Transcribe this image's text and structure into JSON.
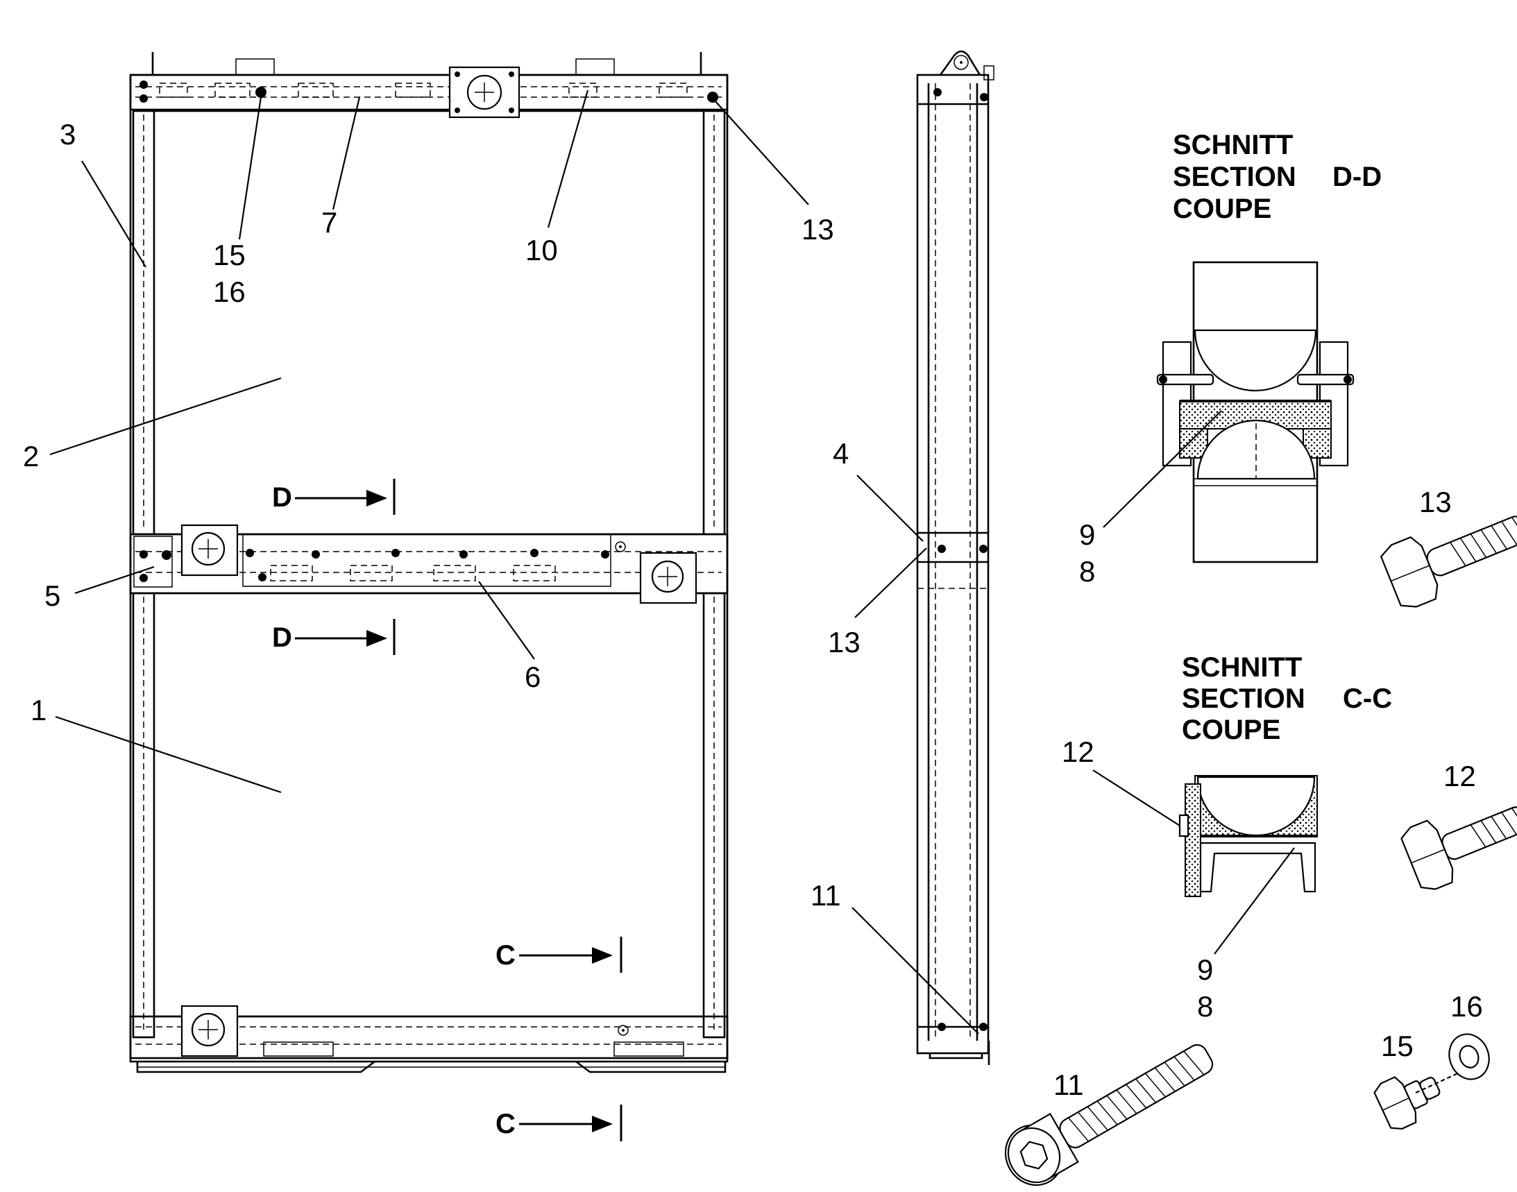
{
  "callouts": {
    "c1": "1",
    "c2": "2",
    "c3": "3",
    "c4": "4",
    "c5": "5",
    "c6": "6",
    "c7": "7",
    "c10": "10",
    "c13_top": "13",
    "c13_side": "13",
    "c15_top": "15",
    "c16_top": "16",
    "c11_side": "11",
    "c9_dd": "9",
    "c8_dd": "8",
    "c9_cc": "9",
    "c8_cc": "8",
    "c12_cc": "12",
    "c13_bolt": "13",
    "c12_bolt": "12",
    "c11_bolt": "11",
    "c15_bolt": "15",
    "c16_washer": "16"
  },
  "section_dd": {
    "line1": "SCHNITT",
    "line2": "SECTION",
    "line3": "COUPE",
    "id": "D-D"
  },
  "section_cc": {
    "line1": "SCHNITT",
    "line2": "SECTION",
    "line3": "COUPE",
    "id": "C-C"
  },
  "cut_markers": {
    "d_top": "D",
    "d_bottom": "D",
    "c_top": "C",
    "c_bottom": "C"
  }
}
